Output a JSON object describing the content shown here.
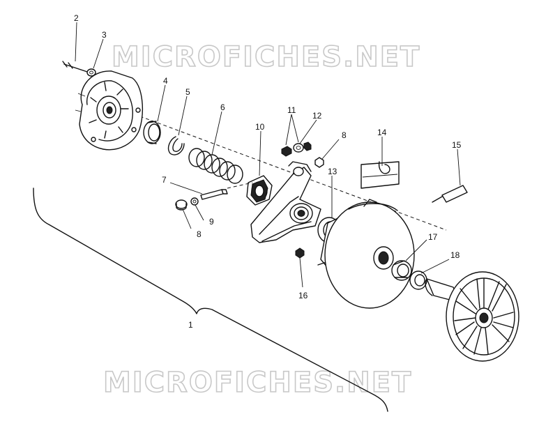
{
  "watermark": {
    "top": "MICROFICHES.NET",
    "bottom": "MICROFICHES.NET"
  },
  "callouts": [
    {
      "id": "c1",
      "text": "1"
    },
    {
      "id": "c2",
      "text": "2"
    },
    {
      "id": "c3",
      "text": "3"
    },
    {
      "id": "c4",
      "text": "4"
    },
    {
      "id": "c5",
      "text": "5"
    },
    {
      "id": "c6",
      "text": "6"
    },
    {
      "id": "c7",
      "text": "7"
    },
    {
      "id": "c8a",
      "text": "8"
    },
    {
      "id": "c8b",
      "text": "8"
    },
    {
      "id": "c9",
      "text": "9"
    },
    {
      "id": "c10",
      "text": "10"
    },
    {
      "id": "c11",
      "text": "11"
    },
    {
      "id": "c12",
      "text": "12"
    },
    {
      "id": "c13",
      "text": "13"
    },
    {
      "id": "c14",
      "text": "14"
    },
    {
      "id": "c15",
      "text": "15"
    },
    {
      "id": "c16",
      "text": "16"
    },
    {
      "id": "c17",
      "text": "17"
    },
    {
      "id": "c18",
      "text": "18"
    }
  ],
  "colors": {
    "ink": "#111111",
    "watermark": "#c8c8c8",
    "paper": "#ffffff"
  }
}
